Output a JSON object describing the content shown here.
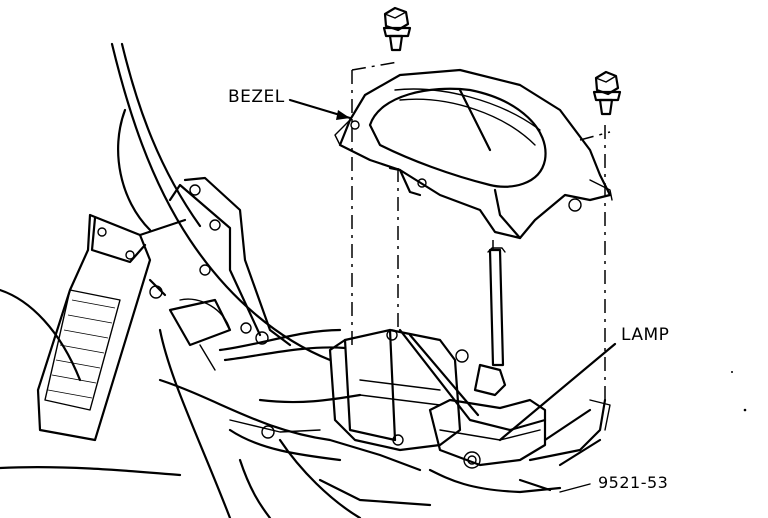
{
  "labels": {
    "bezel": "BEZEL",
    "lamp": "LAMP",
    "figure_number": "9521-53"
  },
  "parts": [
    "bolt",
    "bezel",
    "lamp",
    "shift-lever",
    "accelerator-pedal",
    "shifter-bracket"
  ]
}
